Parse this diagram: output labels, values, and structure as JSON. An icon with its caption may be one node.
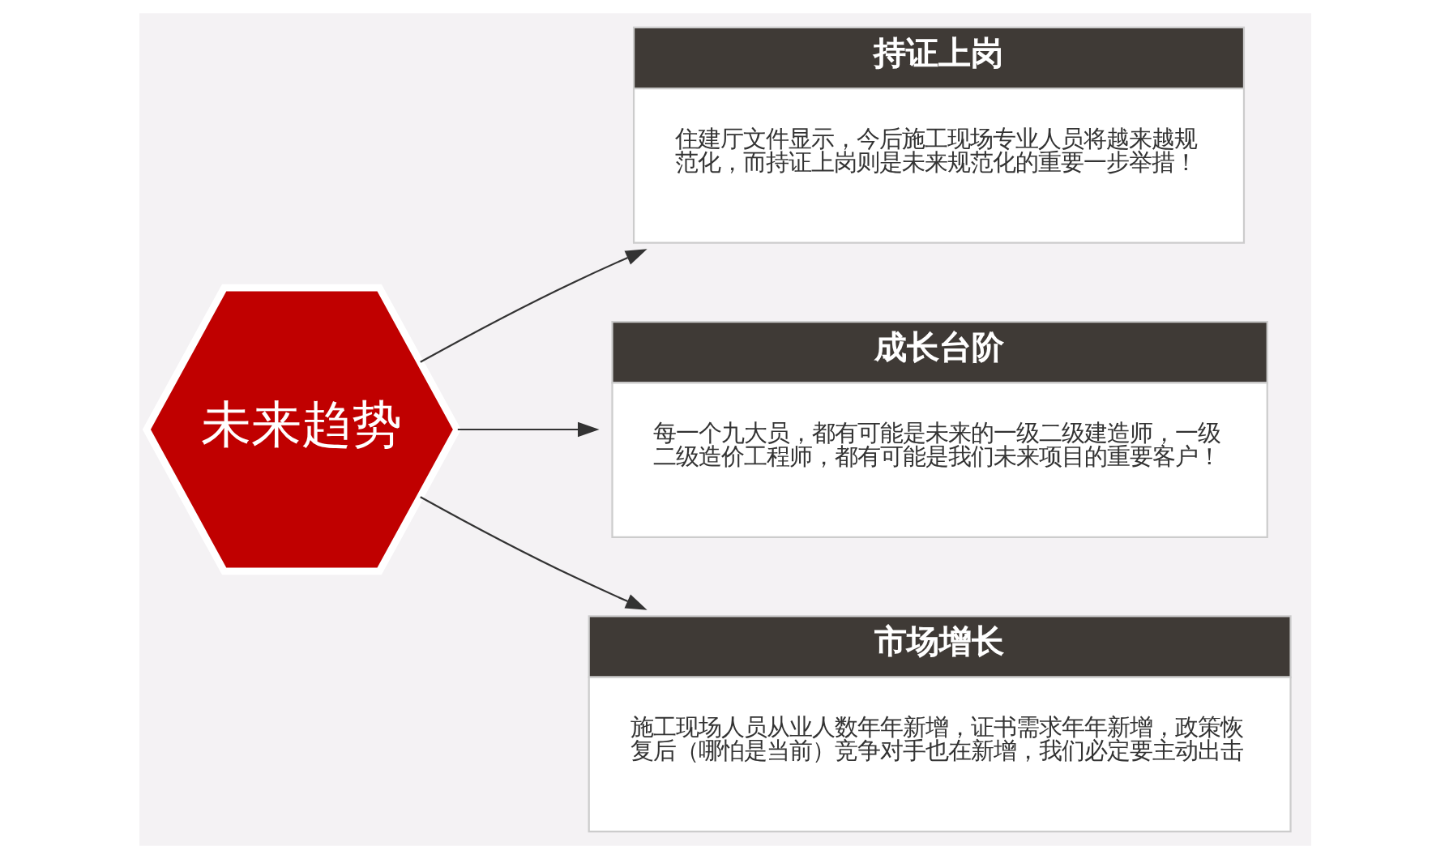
{
  "diagram": {
    "nodes": [
      {
        "text": [
          "未来趋势"
        ]
      },
      {
        "text": [
          "持证上岗",
          "住建厅文件显示，今后施工现场专业人员将越来越规范化，而持证上岗则是未来规范化的重要一步举措！"
        ]
      },
      {
        "text": [
          "成长台阶",
          "每一个九大员，都有可能是未来的一级二级建造师，一级二级造价工程师，都有可能是我们未来项目的重要客户！"
        ]
      },
      {
        "text": [
          "市场增长",
          "施工现场人员从业人数年年新增，证书需求年年新增，政策恢复后（哪怕是当前）竞争对手也在新增，我们必定要主动出击"
        ]
      }
    ],
    "edges": [
      {
        "from": 0,
        "to": 1,
        "arrow": "to"
      },
      {
        "from": 0,
        "to": 2,
        "arrow": "to"
      },
      {
        "from": 0,
        "to": 3,
        "arrow": "to"
      }
    ]
  }
}
